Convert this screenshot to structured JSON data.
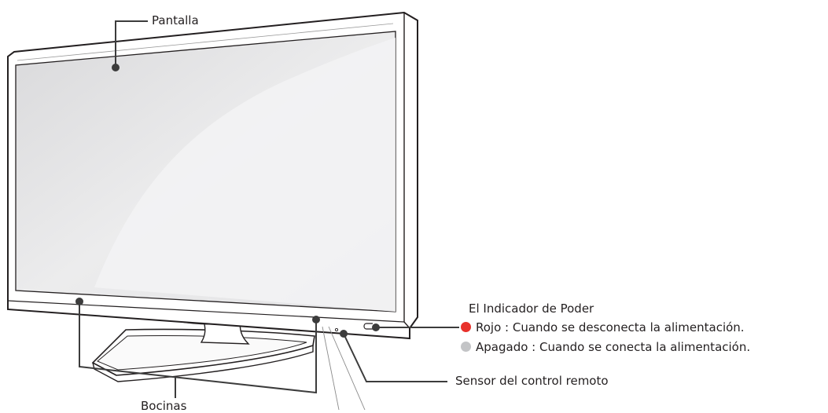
{
  "labels": {
    "screen": "Pantalla",
    "speakers": "Bocinas",
    "remote_sensor": "Sensor del control remoto",
    "power_indicator": {
      "title": "El Indicador de Poder",
      "states": [
        {
          "text": "Rojo : Cuando se desconecta la alimentación.",
          "color": "#e8312b"
        },
        {
          "text": "Apagado : Cuando se conecta la alimentación.",
          "color": "#c3c4c6"
        }
      ]
    }
  },
  "colors": {
    "line": "#231f20",
    "leader": "#3c3c3c",
    "screen_fill": "#e6e6e7",
    "frame_fill": "#ffffff"
  }
}
